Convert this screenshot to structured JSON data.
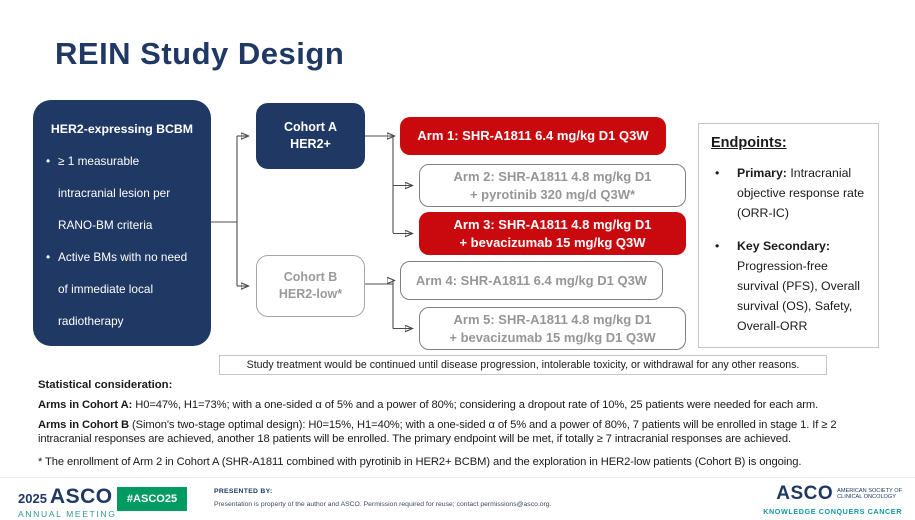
{
  "slide": {
    "title": "REIN Study Design"
  },
  "patient_box": {
    "title": "HER2-expressing BCBM",
    "bullets": [
      "≥ 1 measurable intracranial lesion per RANO-BM criteria",
      "Active BMs with no need of immediate local radiotherapy"
    ]
  },
  "cohorts": {
    "a": {
      "line1": "Cohort A",
      "line2": "HER2+"
    },
    "b": {
      "line1": "Cohort B",
      "line2": "HER2-low*"
    }
  },
  "arms": [
    {
      "line1": "Arm 1: SHR-A1811 6.4 mg/kg D1 Q3W",
      "line2": "",
      "style": "red"
    },
    {
      "line1": "Arm 2: SHR-A1811 4.8 mg/kg D1",
      "line2": "+ pyrotinib 320 mg/d Q3W*",
      "style": "outline"
    },
    {
      "line1": "Arm 3: SHR-A1811 4.8 mg/kg D1",
      "line2": "+ bevacizumab 15 mg/kg Q3W",
      "style": "red"
    },
    {
      "line1": "Arm 4: SHR-A1811 6.4 mg/kg D1 Q3W",
      "line2": "",
      "style": "outline"
    },
    {
      "line1": "Arm 5: SHR-A1811 4.8 mg/kg D1",
      "line2": "+ bevacizumab 15 mg/kg D1 Q3W",
      "style": "outline"
    }
  ],
  "endpoints": {
    "heading": "Endpoints:",
    "primary_label": "Primary:",
    "primary_text": " Intracranial objective response rate (ORR-IC)",
    "secondary_label": "Key Secondary:",
    "secondary_text": " Progression-free survival (PFS), Overall survival (OS), Safety, Overall-ORR"
  },
  "note": "Study treatment would be continued until disease progression, intolerable toxicity, or withdrawal for any other reasons.",
  "stats": {
    "heading": "Statistical consideration:",
    "cohort_a_lead": "Arms in Cohort A:",
    "cohort_a_text": " H0=47%, H1=73%; with a one-sided α of 5% and a power of 80%; considering a dropout rate of 10%, 25 patients were needed for each arm.",
    "cohort_b_lead": "Arms in Cohort B",
    "cohort_b_text": " (Simon's two-stage optimal design): H0=15%, H1=40%; with a one-sided α of 5% and a power of 80%, 7 patients will be enrolled in stage 1. If ≥ 2 intracranial responses are achieved, another 18 patients will be enrolled. The primary endpoint will be met, if totally ≥ 7 intracranial responses are achieved.",
    "footnote": "* The enrollment of Arm 2 in Cohort A (SHR-A1811 combined with pyrotinib in HER2+ BCBM) and the exploration in HER2-low patients (Cohort B) is ongoing."
  },
  "footer": {
    "year": "2025",
    "asco_wordmark": "ASCO",
    "annual_meeting": "ANNUAL MEETING",
    "hashtag": "#ASCO25",
    "presented_by": "PRESENTED BY:",
    "permission": "Presentation is property of the author and ASCO. Permission required for reuse; contact permissions@asco.org.",
    "society_line1": "AMERICAN SOCIETY OF",
    "society_line2": "CLINICAL ONCOLOGY",
    "tagline": "KNOWLEDGE CONQUERS CANCER"
  },
  "colors": {
    "navy": "#1F3864",
    "red": "#C9090D",
    "outline_gray_text": "#969696",
    "outline_gray_border": "#808080",
    "teal": "#2E9C8C",
    "badge_green": "#009A63",
    "tagline_teal": "#1598A3"
  }
}
